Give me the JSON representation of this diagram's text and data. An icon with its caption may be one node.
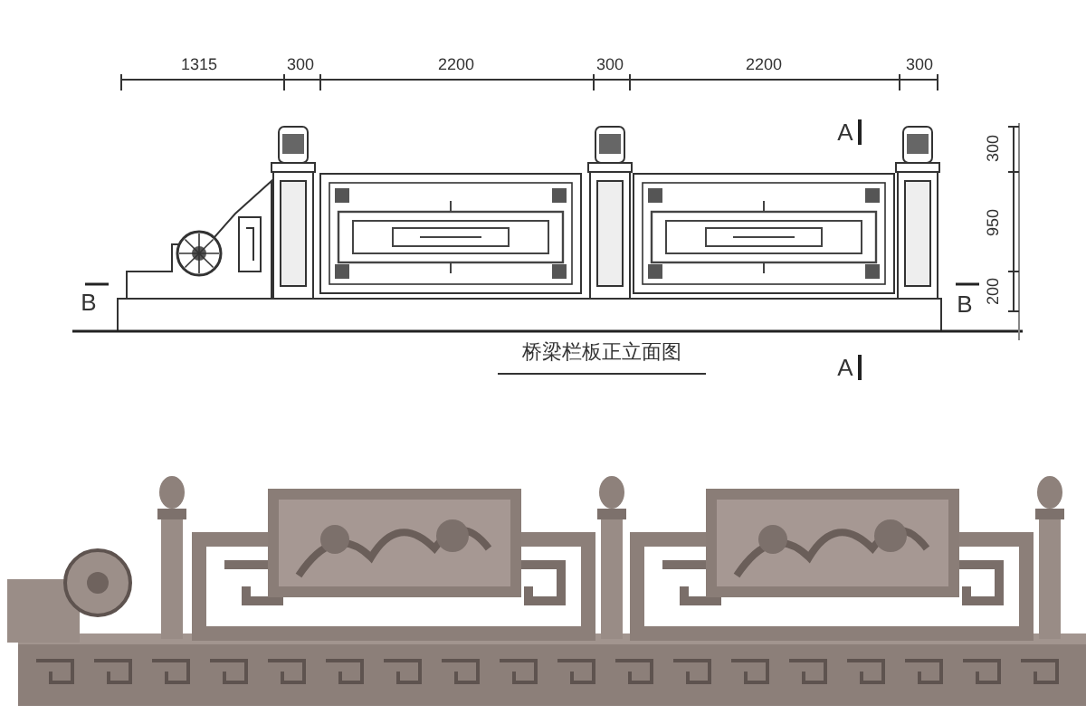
{
  "diagram": {
    "title": "桥梁栏板正立面图",
    "labels": [
      "1315",
      "300",
      "2200",
      "300",
      "2200",
      "300",
      "A",
      "300",
      "950",
      "200",
      "B",
      "B",
      "A"
    ]
  }
}
